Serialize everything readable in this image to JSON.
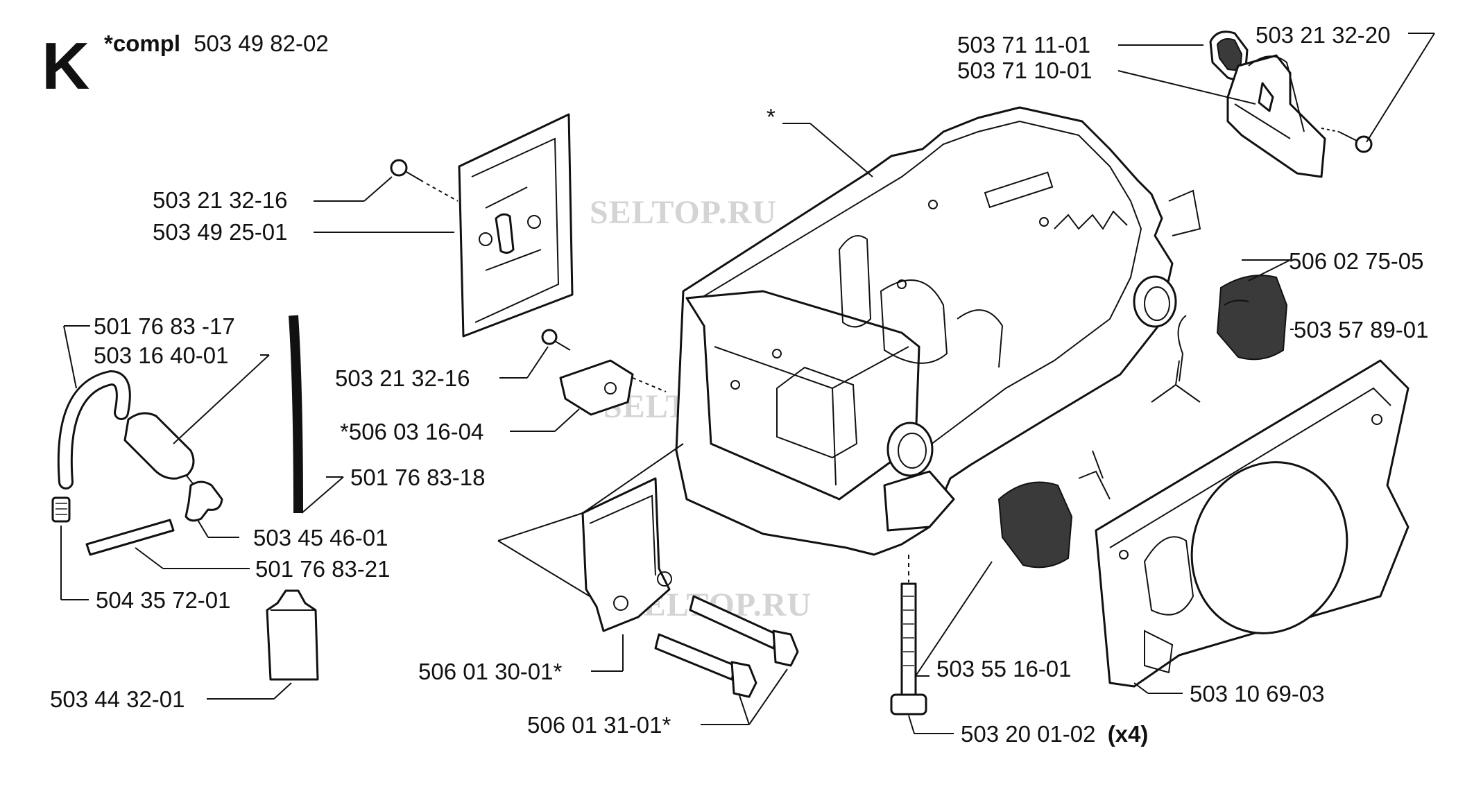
{
  "header": {
    "letter": "K",
    "compl_label": "*compl",
    "compl_number": "503 49 82-02"
  },
  "watermark": "SELTOP.RU",
  "callouts": {
    "p503711101": "503 71 11-01",
    "p503711001": "503 71 10-01",
    "p503213220": "503 21 32-20",
    "star": "*",
    "p503213216a": "503 21 32-16",
    "p503492501": "503 49 25-01",
    "p506027505": "506 02 75-05",
    "p503578901": "503 57 89-01",
    "p501768317": "501 76 83 -17",
    "p503164001": "503 16 40-01",
    "p503213216b": "503 21 32-16",
    "p506031604": "*506 03 16-04",
    "p501768318": "501 76 83-18",
    "p503454601": "503 45 46-01",
    "p501768321": "501 76 83-21",
    "p504357201": "504 35 72-01",
    "p503443201": "503 44 32-01",
    "p506013001": "506 01 30-01*",
    "p506013101": "506 01 31-01*",
    "p503551601": "503 55 16-01",
    "p503106903": "503 10 69-03",
    "p503200102": "503 20 01-02",
    "qty_x4": "(x4)"
  }
}
